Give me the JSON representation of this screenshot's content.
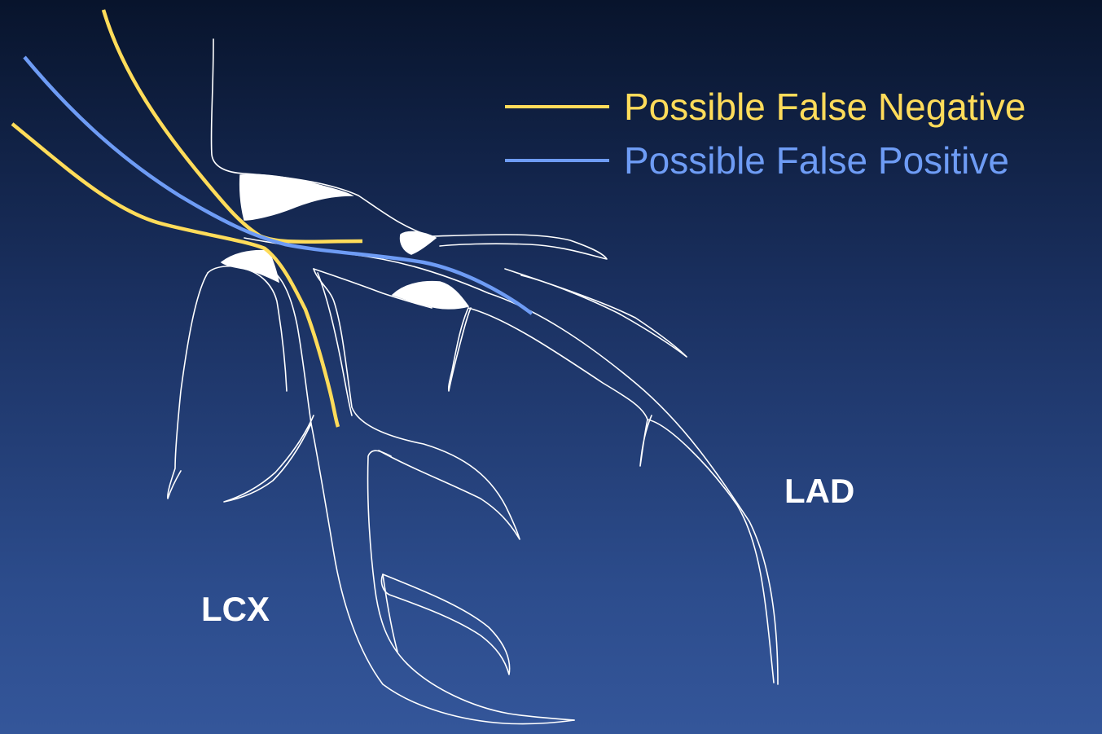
{
  "legend": {
    "items": [
      {
        "label": "Possible False Negative",
        "color": "#ffdc5a"
      },
      {
        "label": "Possible False Positive",
        "color": "#6e9cf5"
      }
    ]
  },
  "labels": {
    "lad": "LAD",
    "lcx": "LCX"
  },
  "colors": {
    "vessel_outline": "#ffffff",
    "background_top": "#08142c",
    "background_bottom": "#34569a"
  }
}
